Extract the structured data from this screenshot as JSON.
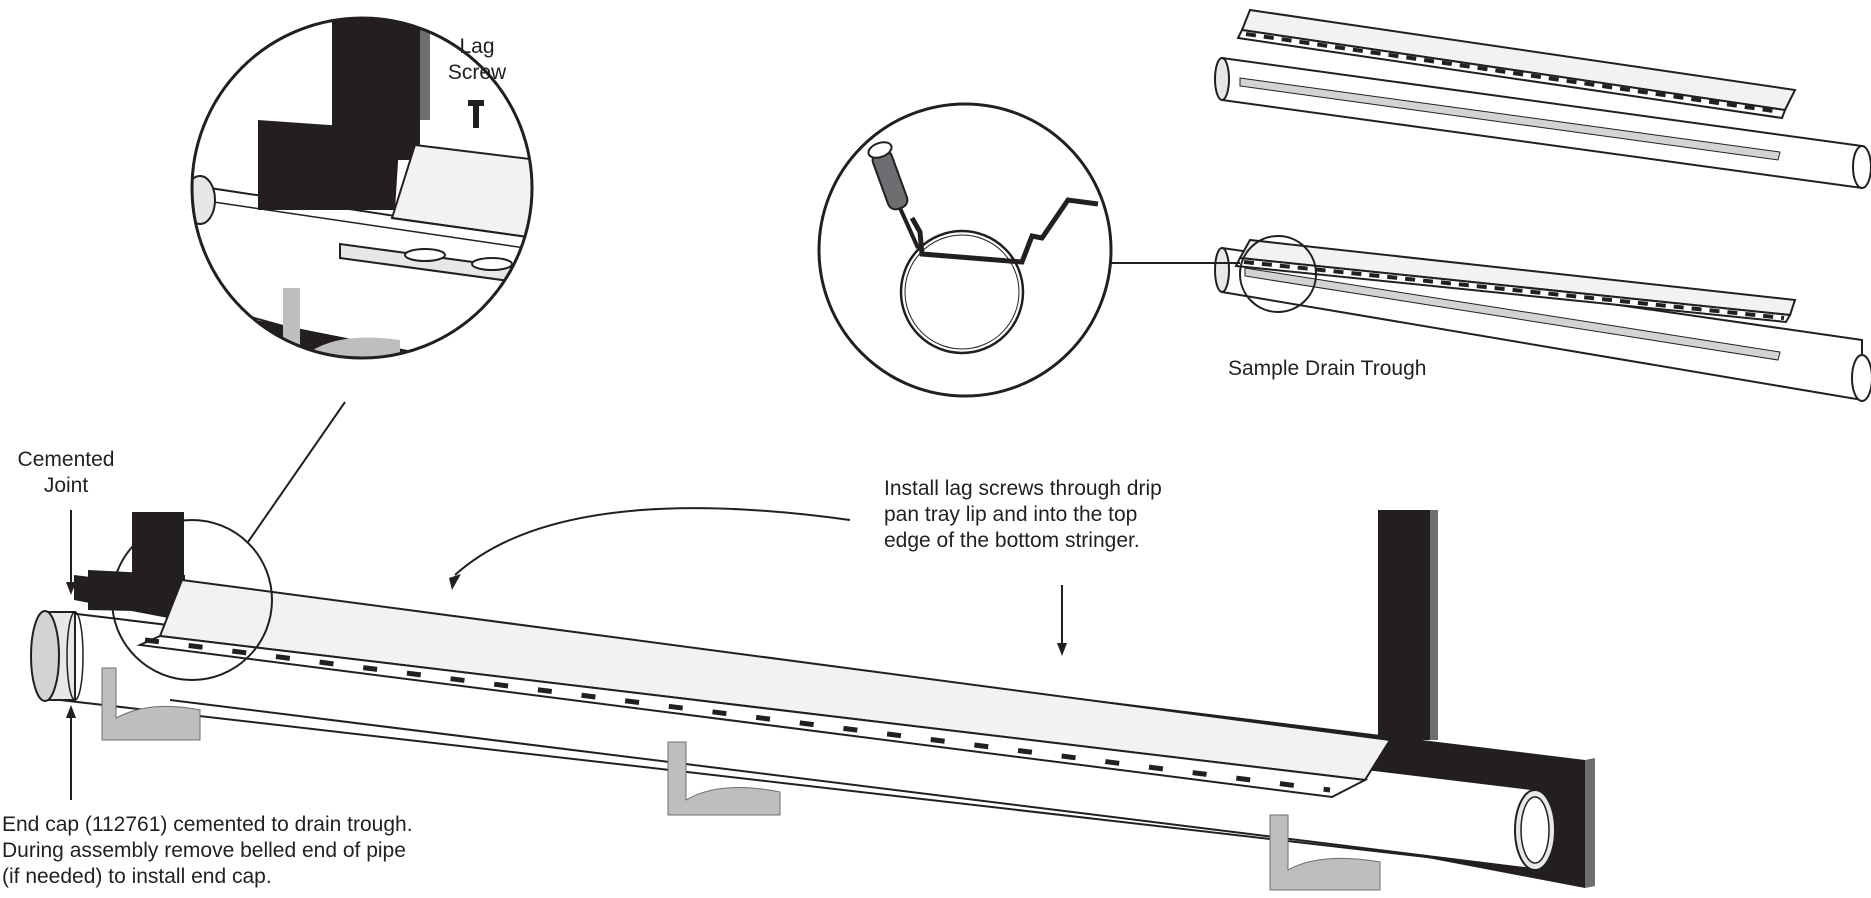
{
  "labels": {
    "lag_screw_line1": "Lag",
    "lag_screw_line2": "Screw",
    "cemented_line1": "Cemented",
    "cemented_line2": "Joint",
    "sample_drain_trough": "Sample Drain Trough",
    "install_line1": "Install lag screws through drip",
    "install_line2": "pan tray lip and into the top",
    "install_line3": "edge of the bottom stringer.",
    "endcap_line1": "End cap (112761) cemented to drain trough.",
    "endcap_line2": "During assembly remove belled end of pipe",
    "endcap_line3": "(if needed) to install end cap."
  },
  "colors": {
    "stringer": "#231f20",
    "stringer_edge": "#6d6e71",
    "pipe_fill": "#ffffff",
    "pipe_shade": "#e6e7e8",
    "tray_fill": "#f1f2f2",
    "bracket": "#bcbec0",
    "line": "#231f20"
  },
  "parts": [
    "bottom-stringer",
    "vertical-post-left",
    "vertical-post-right",
    "drain-pipe",
    "drip-pan-tray",
    "end-cap",
    "support-bracket",
    "lag-screw",
    "screwdriver"
  ]
}
